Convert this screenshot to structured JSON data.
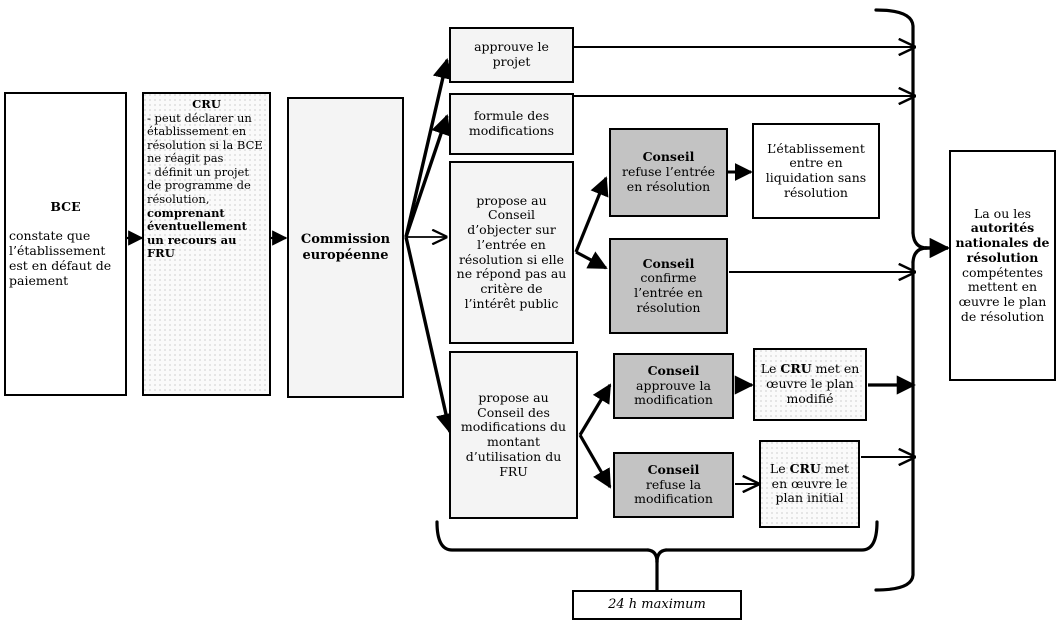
{
  "diagram": {
    "title_box_bce": {
      "heading": "BCE",
      "body": "constate que l’établissement est en défaut de paiement"
    },
    "title_box_cru": {
      "heading": "CRU",
      "line1": "- peut déclarer un établissement en résolution  si la BCE ne réagit pas",
      "line2": "- définit un projet de programme de résolution,",
      "line3_bold": "comprenant éventuellement un recours au FRU"
    },
    "commission": {
      "label": "Commission européenne"
    },
    "branches": [
      {
        "id": "approuve",
        "label": "approuve le projet"
      },
      {
        "id": "formule",
        "label": "formule des modifications"
      },
      {
        "id": "objecter",
        "label": "propose au Conseil d’objecter sur l’entrée en résolution si elle ne répond pas au critère de l’intérêt public"
      },
      {
        "id": "modifications",
        "label": "propose au Conseil des modifications du montant d’utilisation du FRU"
      }
    ],
    "council_nodes": [
      {
        "id": "refuse-entree",
        "bold": "Conseil",
        "rest": "refuse l’entrée en résolution"
      },
      {
        "id": "confirme-entree",
        "bold": "Conseil",
        "rest": "confirme l’entrée en résolution"
      },
      {
        "id": "approuve-modification",
        "bold": "Conseil",
        "rest": "approuve la modification"
      },
      {
        "id": "refuse-modification",
        "bold": "Conseil",
        "rest": "refuse la modification"
      }
    ],
    "outcome_nodes": [
      {
        "id": "liquidation",
        "label": "L’établissement entre en liquidation sans résolution"
      },
      {
        "id": "plan-modifie",
        "pre": "Le ",
        "bold": "CRU",
        "post": " met en œuvre le plan modifié"
      },
      {
        "id": "plan-initial",
        "pre": "Le ",
        "bold": "CRU",
        "post": " met en œuvre le plan initial"
      }
    ],
    "final_box": {
      "line1": "La ou les",
      "bold": "autorités nationales de résolution",
      "line2": "compétentes mettent en œuvre le plan de résolution"
    },
    "timing_note": {
      "label": "24 h maximum"
    },
    "colors": {
      "stroke": "#000000",
      "council_fill": "#c3c3c3",
      "light_fill": "#f4f4f4",
      "background": "#ffffff"
    }
  }
}
